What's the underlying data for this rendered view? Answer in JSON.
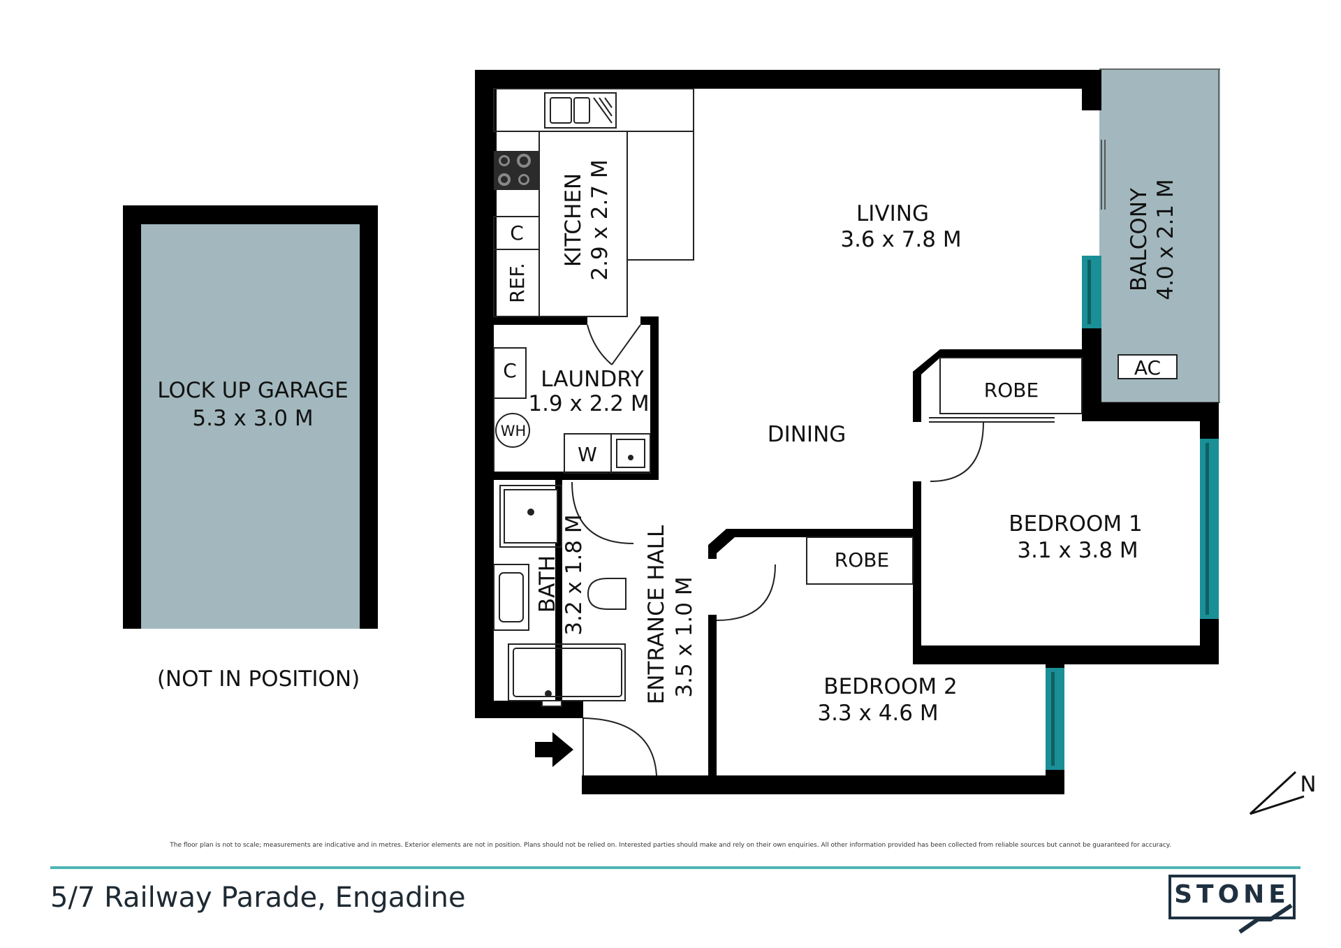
{
  "garage": {
    "name": "LOCK UP GARAGE",
    "size": "5.3 x 3.0 M",
    "note": "(NOT IN POSITION)"
  },
  "rooms": {
    "kitchen": {
      "name": "KITCHEN",
      "size": "2.9 x 2.7 M"
    },
    "living": {
      "name": "LIVING",
      "size": "3.6 x 7.8 M"
    },
    "balcony": {
      "name": "BALCONY",
      "size": "4.0 x 2.1 M"
    },
    "laundry": {
      "name": "LAUNDRY",
      "size": "1.9 x 2.2 M"
    },
    "dining": {
      "name": "DINING"
    },
    "bedroom1": {
      "name": "BEDROOM 1",
      "size": "3.1 x 3.8 M"
    },
    "bedroom2": {
      "name": "BEDROOM 2",
      "size": "3.3 x 4.6 M"
    },
    "bath": {
      "name": "BATH",
      "size": "3.2 x 1.8 M"
    },
    "entrance_hall": {
      "name": "ENTRANCE HALL",
      "size": "3.5 x 1.0 M"
    }
  },
  "fixtures": {
    "cupboard_kitchen": "C",
    "fridge": "REF.",
    "cupboard_laundry": "C",
    "water_heater": "WH",
    "washer": "W",
    "robe_bedroom1": "ROBE",
    "robe_bedroom2": "ROBE",
    "air_conditioner": "AC"
  },
  "compass": {
    "label": "N"
  },
  "disclaimer": "The floor plan is not to scale; measurements are indicative and in metres. Exterior elements are not in position. Plans should not be relied on. Interested parties should make and rely on their own enquiries. All other information provided has been collected from reliable sources but cannot be guaranteed for accuracy.",
  "address": "5/7 Railway Parade, Engadine",
  "brand": "STONE",
  "colors": {
    "wall": "#000000",
    "garage_fill": "#a2b8be",
    "balcony_fill": "#a2b8be",
    "window": "#1a8f96",
    "accent_rule": "#4fb5b5",
    "brand": "#1e3040"
  }
}
